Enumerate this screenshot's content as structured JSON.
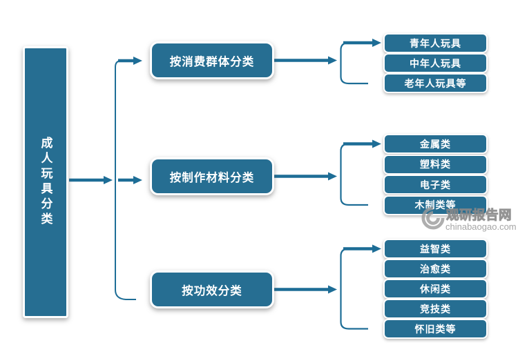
{
  "root": {
    "label": "成人玩具分类"
  },
  "branches": [
    {
      "label": "按消费群体分类",
      "children": [
        "青年人玩具",
        "中年人玩具",
        "老年人玩具等"
      ]
    },
    {
      "label": "按制作材料分类",
      "children": [
        "金属类",
        "塑料类",
        "电子类",
        "木制类等"
      ]
    },
    {
      "label": "按功效分类",
      "children": [
        "益智类",
        "治愈类",
        "休闲类",
        "竞技类",
        "怀旧类等"
      ]
    }
  ],
  "watermark": {
    "logo": "swirl-globe-icon",
    "site_name": "观研报告网",
    "site_url": "chinabaogao.com"
  },
  "colors": {
    "node_fill": "#266e92",
    "node_border": "#ffffff",
    "connector": "#1d6d96",
    "node_text": "#ffffff",
    "watermark_gray": "#9a9a9a"
  }
}
